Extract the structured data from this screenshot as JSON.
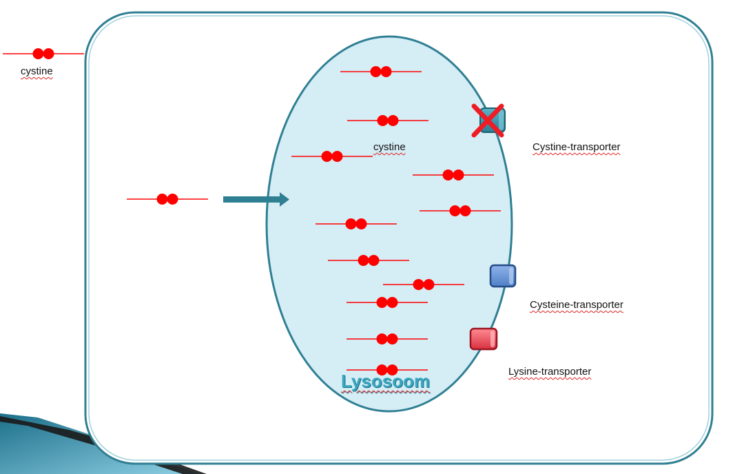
{
  "labels": {
    "legend_cystine": "cystine",
    "inner_cystine": "cystine",
    "cystine_transporter": "Cystine-transporter",
    "cysteine_transporter": "Cysteine-transporter",
    "lysine_transporter": "Lysine-transporter",
    "organelle": "Lysosoom"
  },
  "colors": {
    "molecule": "#ff0000",
    "membrane": "#2f7f93",
    "lysosome_fill": "#d5edf5",
    "cystine_transporter": "#3a8fa3",
    "cysteine_transporter": "#4f7fc4",
    "lysine_transporter": "#e0404a",
    "block_mark": "#ee1c25"
  },
  "icons": {
    "block": "x-mark-icon",
    "uptake": "arrow-right-icon"
  }
}
